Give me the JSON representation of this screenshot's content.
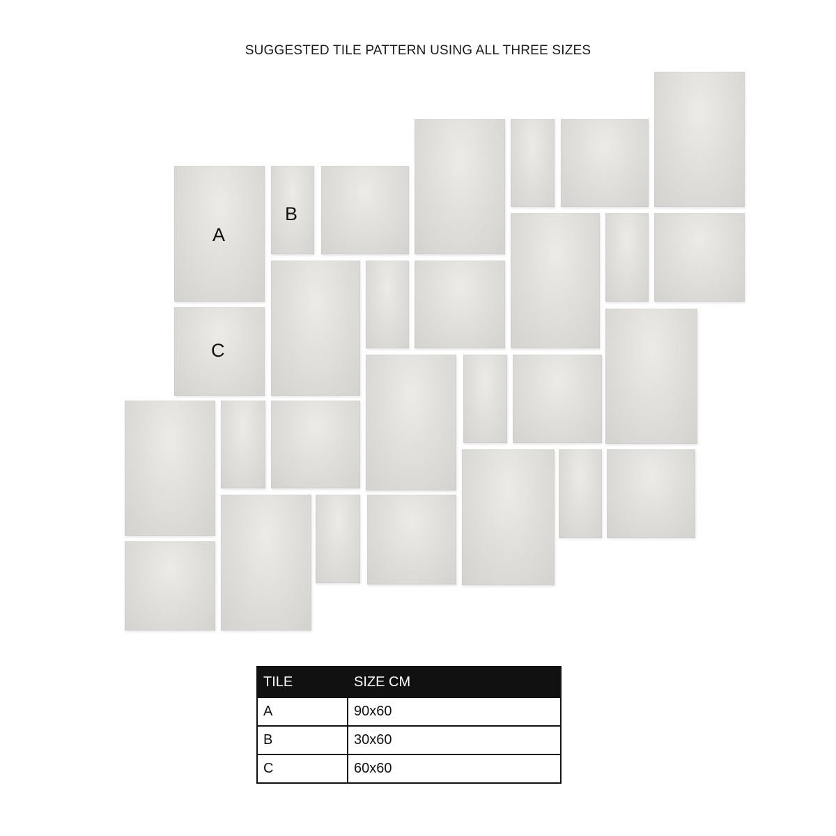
{
  "title": "SUGGESTED TILE PATTERN USING ALL THREE SIZES",
  "tile_labels": [
    "A",
    "B",
    "C"
  ],
  "legend": {
    "headers": [
      "TILE",
      "SIZE CM"
    ],
    "rows": [
      {
        "tile": "A",
        "size": "90x60"
      },
      {
        "tile": "B",
        "size": "30x60"
      },
      {
        "tile": "C",
        "size": "60x60"
      }
    ]
  }
}
